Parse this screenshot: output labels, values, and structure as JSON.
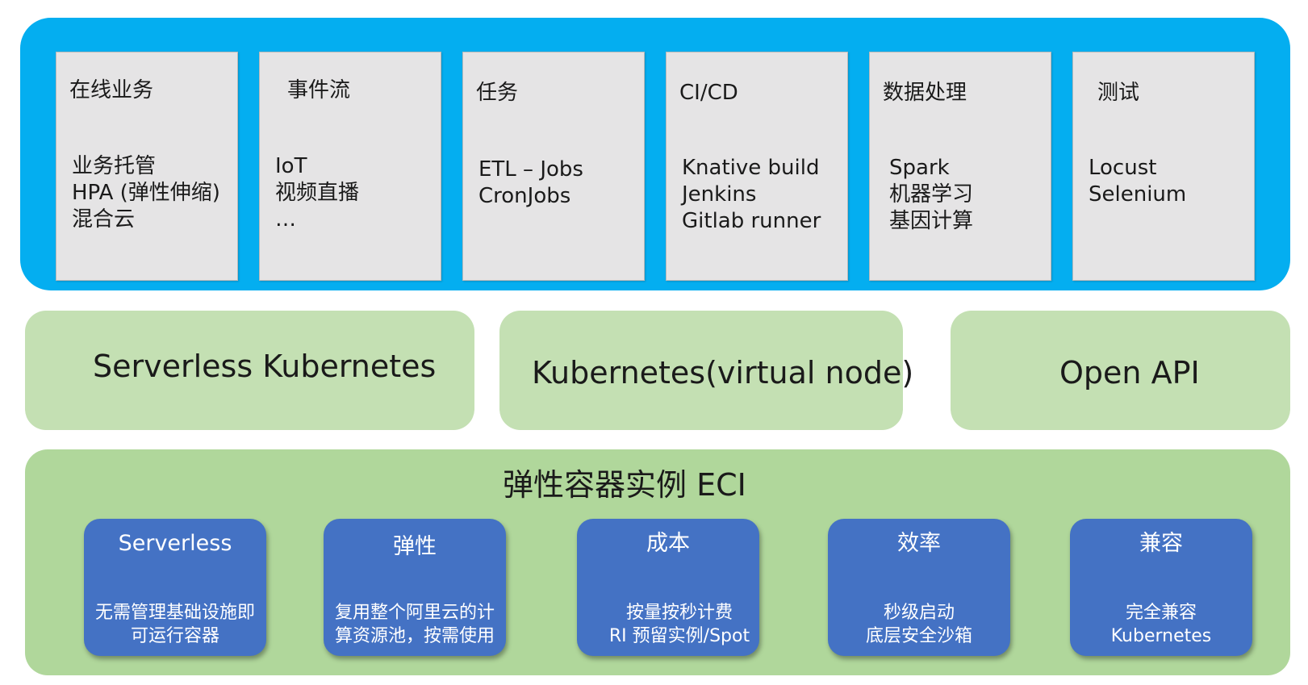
{
  "workloads": [
    {
      "title": "在线业务",
      "lines": [
        "业务托管",
        "HPA (弹性伸缩)",
        "混合云"
      ]
    },
    {
      "title": "事件流",
      "lines": [
        "IoT",
        "视频直播",
        "…"
      ]
    },
    {
      "title": "任务",
      "lines": [
        "ETL – Jobs",
        "CronJobs"
      ]
    },
    {
      "title": "CI/CD",
      "lines": [
        "Knative build",
        "Jenkins",
        "Gitlab runner"
      ]
    },
    {
      "title": "数据处理",
      "lines": [
        "Spark",
        "机器学习",
        "基因计算"
      ]
    },
    {
      "title": "测试",
      "lines": [
        "Locust",
        "Selenium"
      ]
    }
  ],
  "platforms": [
    "Serverless Kubernetes",
    "Kubernetes(virtual node)",
    "Open API"
  ],
  "eci": {
    "title": "弹性容器实例 ECI",
    "features": [
      {
        "title": "Serverless",
        "lines": [
          "无需管理基础设施即",
          "可运行容器"
        ]
      },
      {
        "title": "弹性",
        "lines": [
          "复用整个阿里云的计",
          "算资源池，按需使用"
        ]
      },
      {
        "title": "成本",
        "lines": [
          "按量按秒计费",
          "RI 预留实例/Spot"
        ]
      },
      {
        "title": "效率",
        "lines": [
          "秒级启动",
          "底层安全沙箱"
        ]
      },
      {
        "title": "兼容",
        "lines": [
          "完全兼容",
          "Kubernetes"
        ]
      }
    ]
  },
  "colors": {
    "top_band": "#04aef0",
    "card": "#e5e4e5",
    "platform_box": "#c4e0b3",
    "eci_band": "#b0d79b",
    "feature_box": "#4472c4"
  }
}
